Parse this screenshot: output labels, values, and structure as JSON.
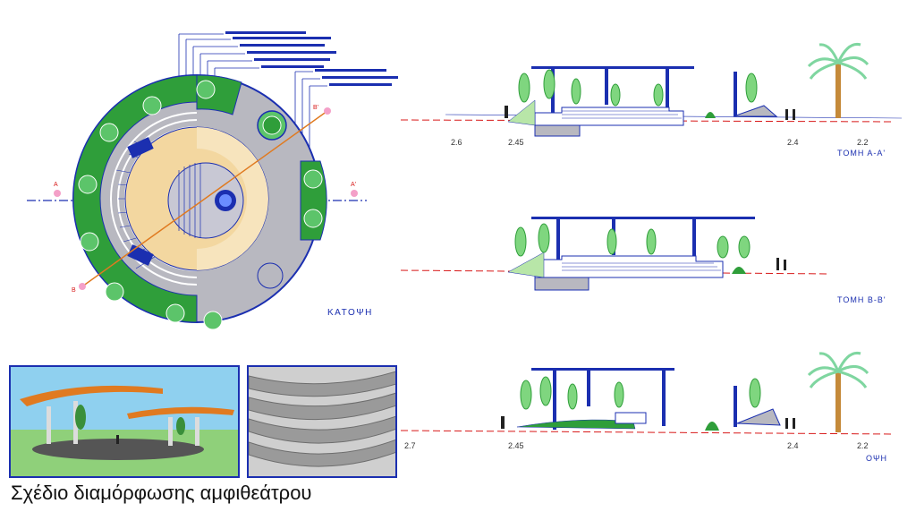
{
  "caption": "Σχέδιο διαμόρφωσης αμφιθεάτρου",
  "plan": {
    "title": "ΚΑΤΟΨΗ",
    "marker_a_left": "A",
    "marker_a_right": "A'",
    "marker_b_top": "B'",
    "marker_b_bottom": "B"
  },
  "sections": {
    "aa": {
      "title": "ΤΟΜΗ Α-Α'",
      "levels": [
        "2.6",
        "2.45",
        "2.4",
        "2.2"
      ]
    },
    "bb": {
      "title": "ΤΟΜΗ Β-Β'"
    },
    "elev": {
      "title": "ΟΨΗ",
      "levels": [
        "2.7",
        "2.45",
        "2.4",
        "2.2"
      ]
    }
  },
  "colors": {
    "outline": "#1b2fb0",
    "green": "#2f9e3a",
    "light_green": "#b8e6a8",
    "beige": "#f3d7a0",
    "grey": "#b8b8c0",
    "orange": "#e07a20",
    "red": "#d81818",
    "sky": "#8fd0ef"
  }
}
